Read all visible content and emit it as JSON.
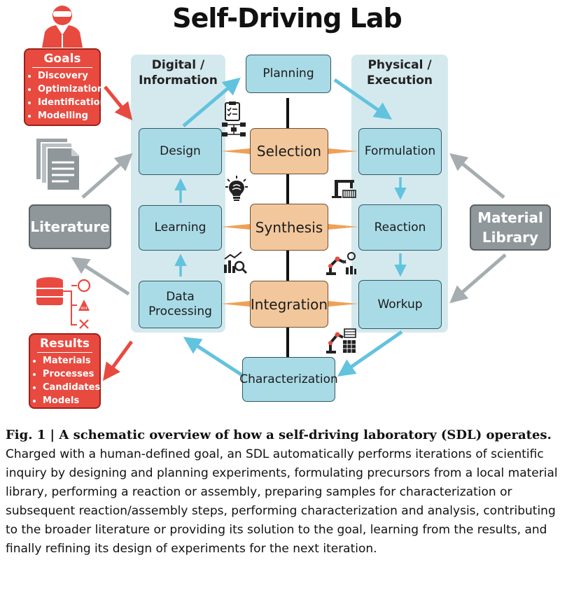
{
  "title": "Self-Driving Lab",
  "panels": {
    "digital": "Digital / Information",
    "physical": "Physical / Execution"
  },
  "nodes": {
    "planning": "Planning",
    "design": "Design",
    "learning": "Learning",
    "data_processing": "Data Processing",
    "selection": "Selection",
    "synthesis": "Synthesis",
    "integration": "Integration",
    "formulation": "Formulation",
    "reaction": "Reaction",
    "workup": "Workup",
    "characterization": "Characterization",
    "literature": "Literature",
    "material_library": "Material Library"
  },
  "goals": {
    "heading": "Goals",
    "items": [
      "Discovery",
      "Optimization",
      "Identification",
      "Modelling"
    ]
  },
  "results": {
    "heading": "Results",
    "items": [
      "Materials",
      "Processes",
      "Candidates",
      "Models"
    ]
  },
  "status_icon_text": "404",
  "icons": [
    "scientist-icon",
    "documents-icon",
    "database-icon",
    "checklist-icon",
    "flowchart-icon",
    "ai-brain-icon",
    "robot-arm-icon",
    "analytics-icon",
    "robot-arm-lab-icon",
    "robot-arm-samples-icon"
  ],
  "colors": {
    "blue_box": "#a9dbe7",
    "orange_box": "#f2c79c",
    "gray_box": "#8f979b",
    "red_box": "#e84a40",
    "panel": "#d4e9ee",
    "arrow_blue": "#62c3de",
    "arrow_red": "#e84a40",
    "arrow_gray": "#a6adb0"
  },
  "caption": {
    "lead": "Fig. 1 | A schematic overview of how a self-driving laboratory (SDL) operates.",
    "body": "Charged with a human-defined goal, an SDL automatically performs iterations of scientific inquiry by designing and planning experiments, formulating precursors from a local material library, performing a reaction or assembly, preparing samples for characterization or subsequent reaction/assembly steps, performing characterization and analysis, contributing to the broader literature or providing its solution to the goal, learning from the results, and finally refining its design of experiments for the next iteration."
  }
}
